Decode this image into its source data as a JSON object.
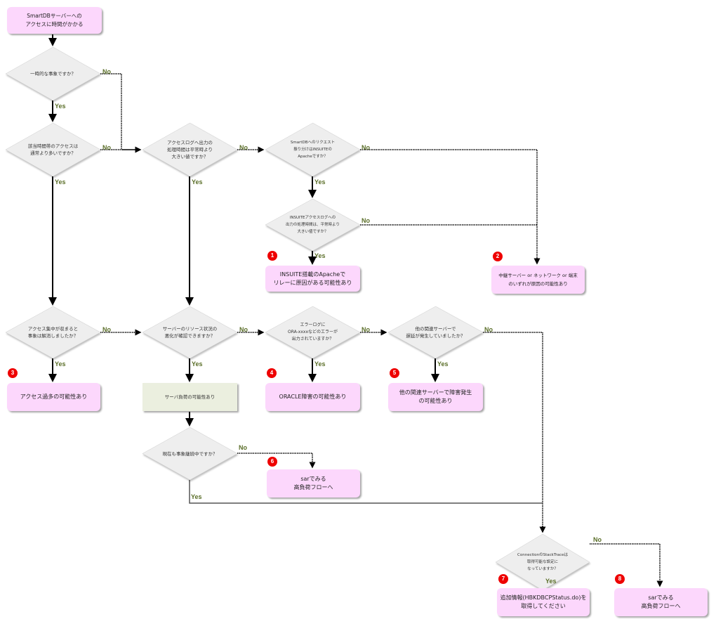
{
  "title": "SmartDBサーバーへのアクセスに時間がかかる",
  "start": {
    "text": "SmartDBサーバーへの\nアクセスに時間がかかる"
  },
  "colors": {
    "result_fill": "#fcd7fc",
    "diamond_fill": "#eeeeee",
    "server_box_fill": "#ebefdf",
    "badge": "#ee0000",
    "yes_no_label": "#5a6e28"
  },
  "labels": {
    "yes": "Yes",
    "no": "No"
  },
  "decisions": [
    {
      "id": "d1",
      "text": "一時的な事象ですか？"
    },
    {
      "id": "d2",
      "text": "該当時間帯のアクセスは\n通常より多いですか？"
    },
    {
      "id": "d3",
      "text": "アクセスログへ出力の\n処理時間は平常時より\n大きい値ですか？"
    },
    {
      "id": "d4",
      "text": "SmartDBへのリクエスト\n振り分けはINSUITEの\nApacheですか？"
    },
    {
      "id": "d5",
      "text": "INSUITEアクセスログへの\n出力の処理時間は、平常時より\n大きい値ですか？"
    },
    {
      "id": "d6",
      "text": "アクセス集中が収まると\n事象は解消しましたか？"
    },
    {
      "id": "d7",
      "text": "サーバーのリソース状況の\n悪化が確認できますか？"
    },
    {
      "id": "d8",
      "text": "エラーログに\nORA-xxxxなどのエラーが\n出力されていますか？"
    },
    {
      "id": "d9",
      "text": "他の関連サーバーで\n遅延が発生していましたか？"
    },
    {
      "id": "d10",
      "text": "現在も事象継続中ですか？"
    },
    {
      "id": "d11",
      "text": "ConnectionのStackTraceは\n取得可能な設定に\nなっていますか？"
    }
  ],
  "results": [
    {
      "id": "r1",
      "badge": "1",
      "text": "INSUITE搭載のApacheで\nリレーに原因がある可能性あり"
    },
    {
      "id": "r2",
      "badge": "2",
      "text": "中継サーバー or ネットワーク or 端末\nのいずれが原因の可能性あり"
    },
    {
      "id": "r3",
      "badge": "3",
      "text": "アクセス過多の可能性あり"
    },
    {
      "id": "r4",
      "badge": "4",
      "text": "ORACLE障害の可能性あり"
    },
    {
      "id": "r5",
      "badge": "5",
      "text": "他の関連サーバーで障害発生\nの可能性あり"
    },
    {
      "id": "r6",
      "badge": "6",
      "text": "sarでみる\n高負荷フローへ"
    },
    {
      "id": "r7",
      "badge": "7",
      "text": "追加情報(HBKDBCPStatus.do)を\n取得してください"
    },
    {
      "id": "r8",
      "badge": "8",
      "text": "sarでみる\n高負荷フローへ"
    }
  ],
  "intermediate": {
    "text": "サーバ負荷の可能性あり"
  }
}
